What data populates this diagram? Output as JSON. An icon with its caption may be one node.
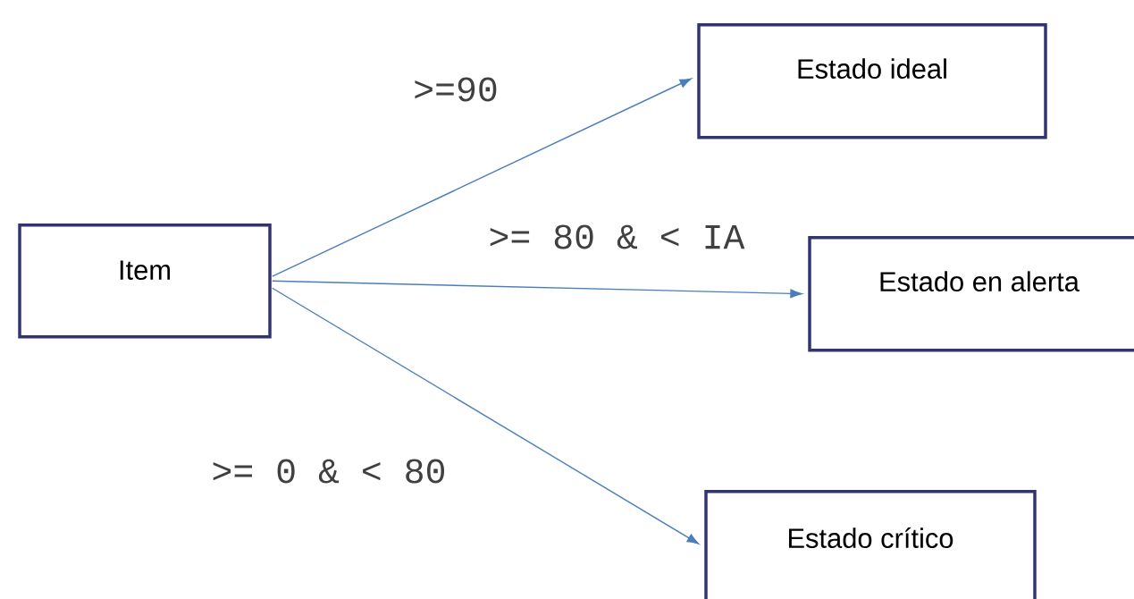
{
  "diagram": {
    "nodes": [
      {
        "text": [
          "Item"
        ]
      },
      {
        "text": [
          "Estado ideal"
        ]
      },
      {
        "text": [
          "Estado en alerta"
        ]
      },
      {
        "text": [
          "Estado crítico"
        ]
      }
    ],
    "edges": [
      {
        "from": 0,
        "to": 1,
        "arrow": "to",
        "label": ">=90"
      },
      {
        "from": 0,
        "to": 2,
        "arrow": "to",
        "label": ">= 80 & < IA"
      },
      {
        "from": 0,
        "to": 3,
        "arrow": "to",
        "label": ">= 0 & < 80"
      }
    ]
  }
}
